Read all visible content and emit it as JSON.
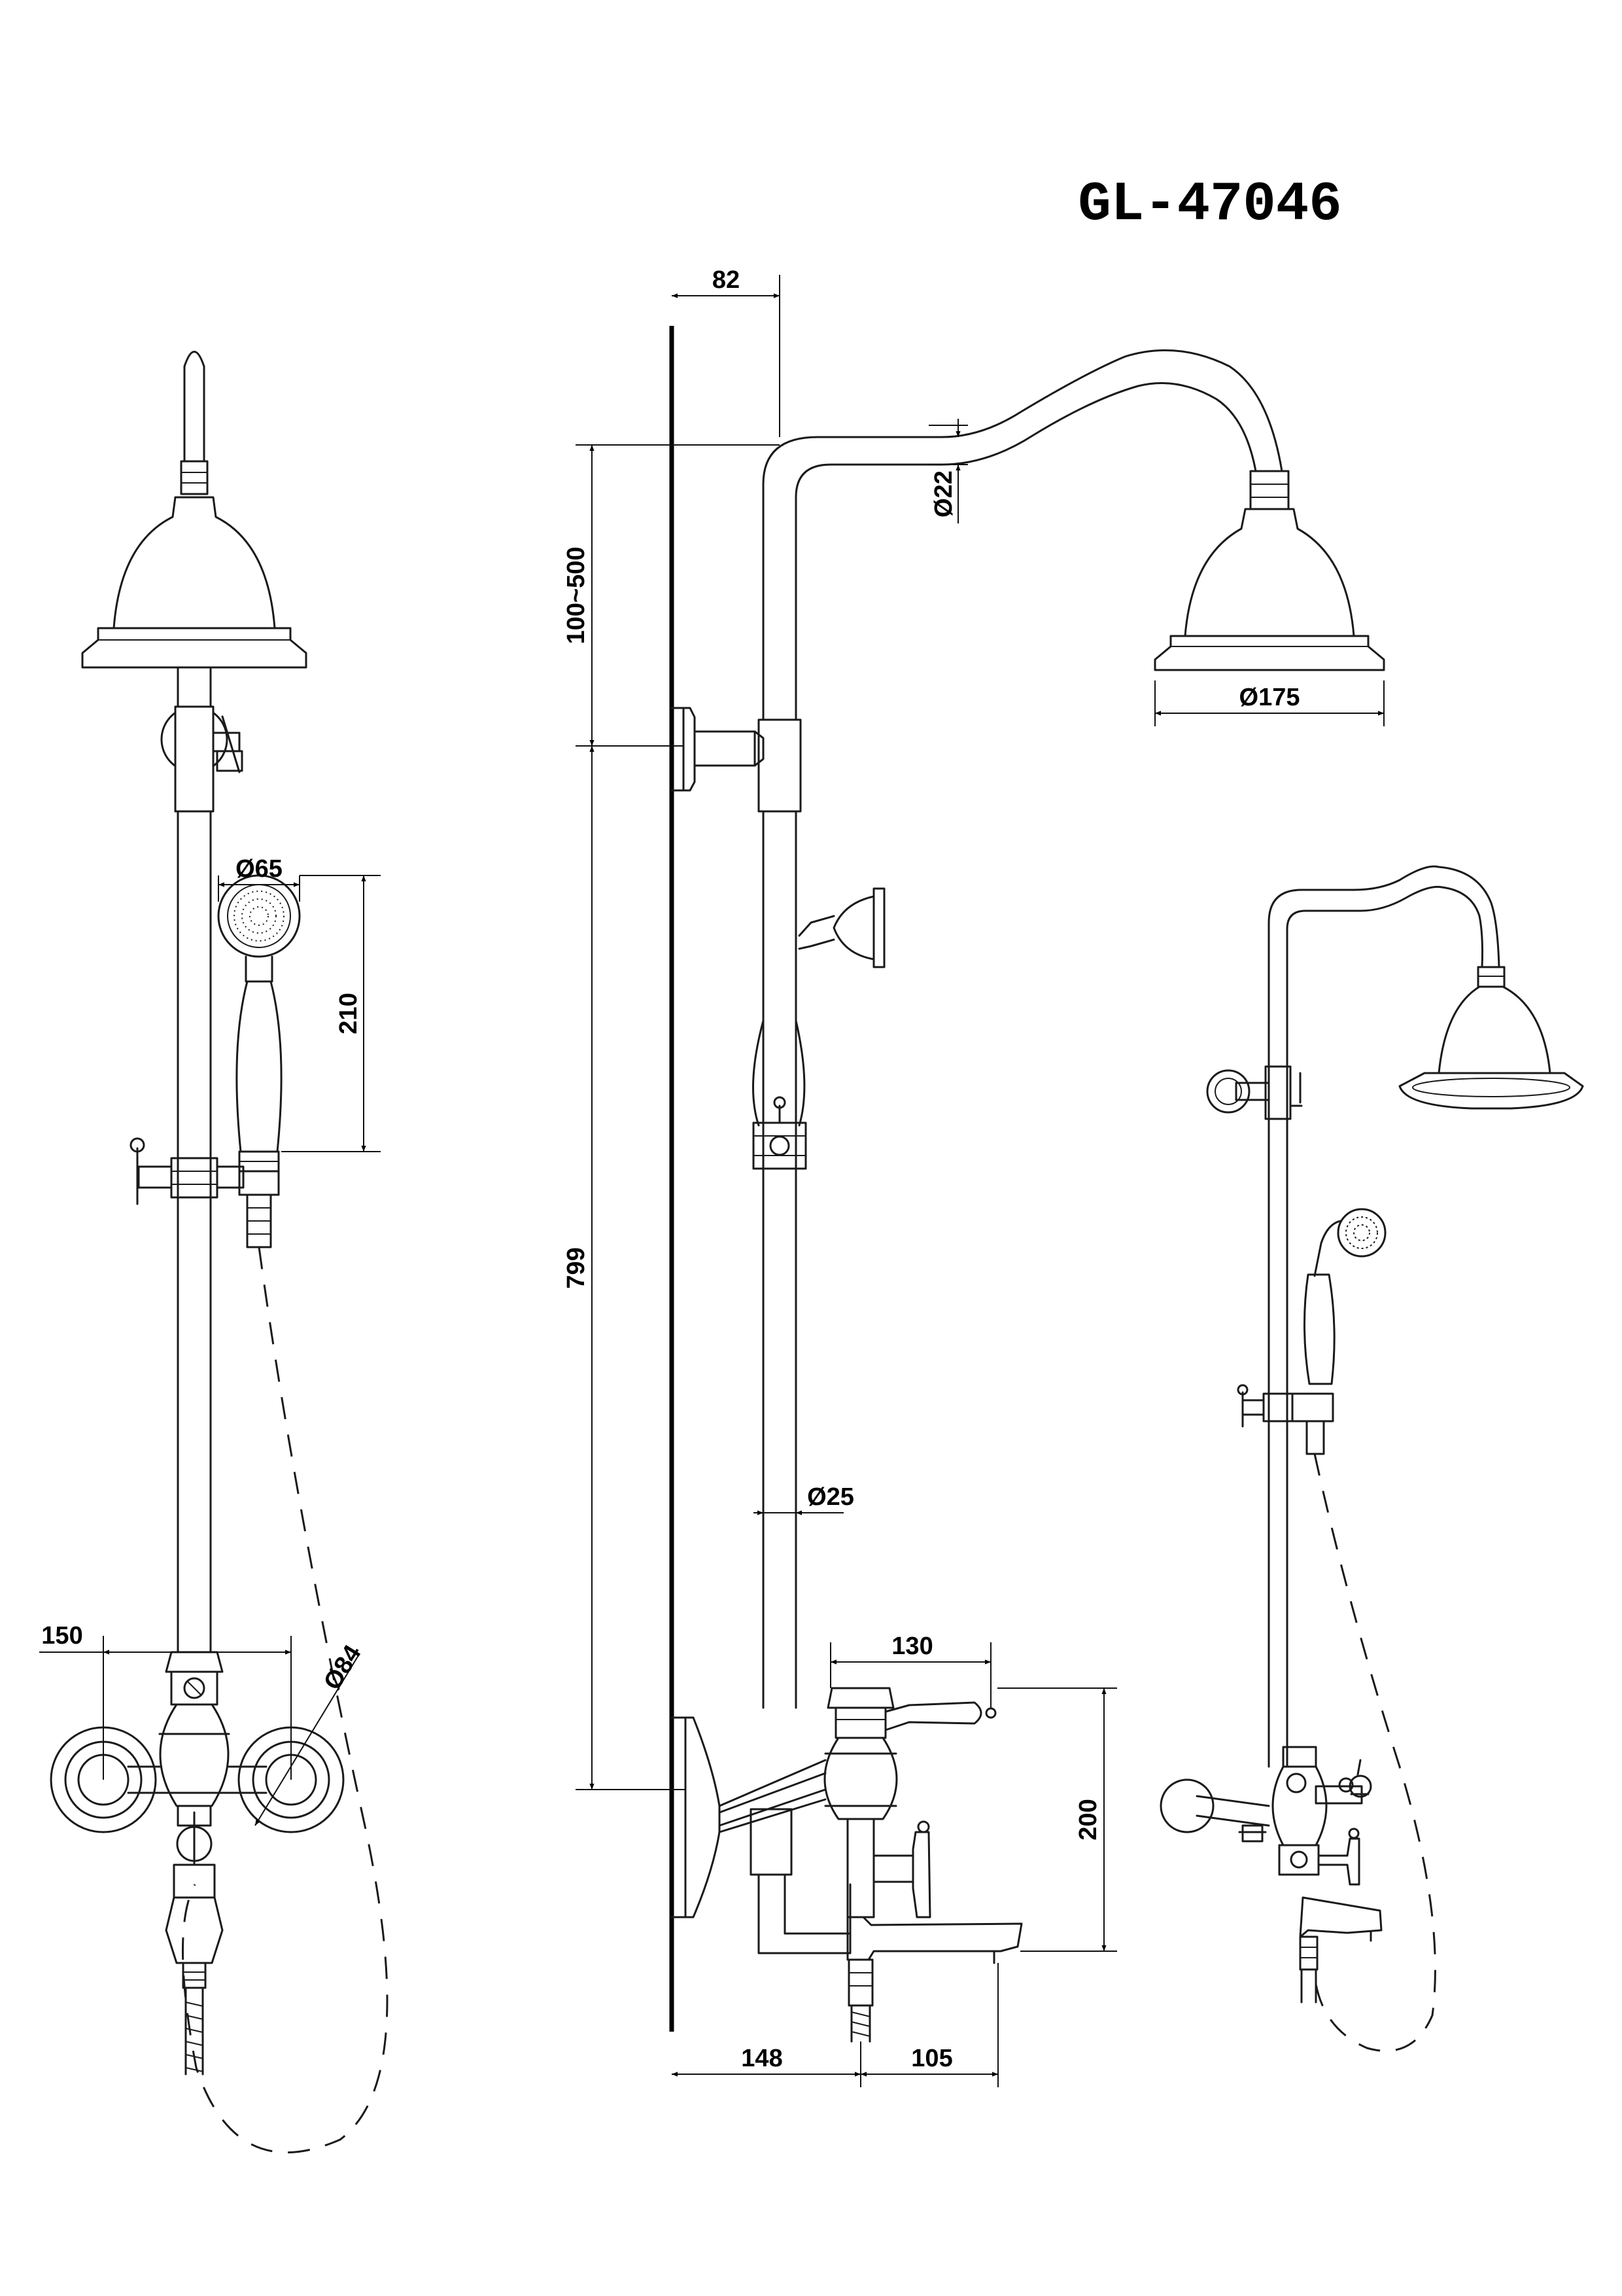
{
  "title": "GL-47046",
  "dimensions": {
    "wall_offset": "82",
    "height_adjust": "100~500",
    "riser_height": "799",
    "arm_diameter": "Ø22",
    "head_diameter": "Ø175",
    "hand_diameter": "Ø65",
    "hand_length": "210",
    "pipe_diameter": "Ø25",
    "spout_projection": "130",
    "mixer_height": "200",
    "mixer_depth": "148",
    "spout_length": "105",
    "center_distance": "150",
    "flange_diameter": "Ø84"
  }
}
